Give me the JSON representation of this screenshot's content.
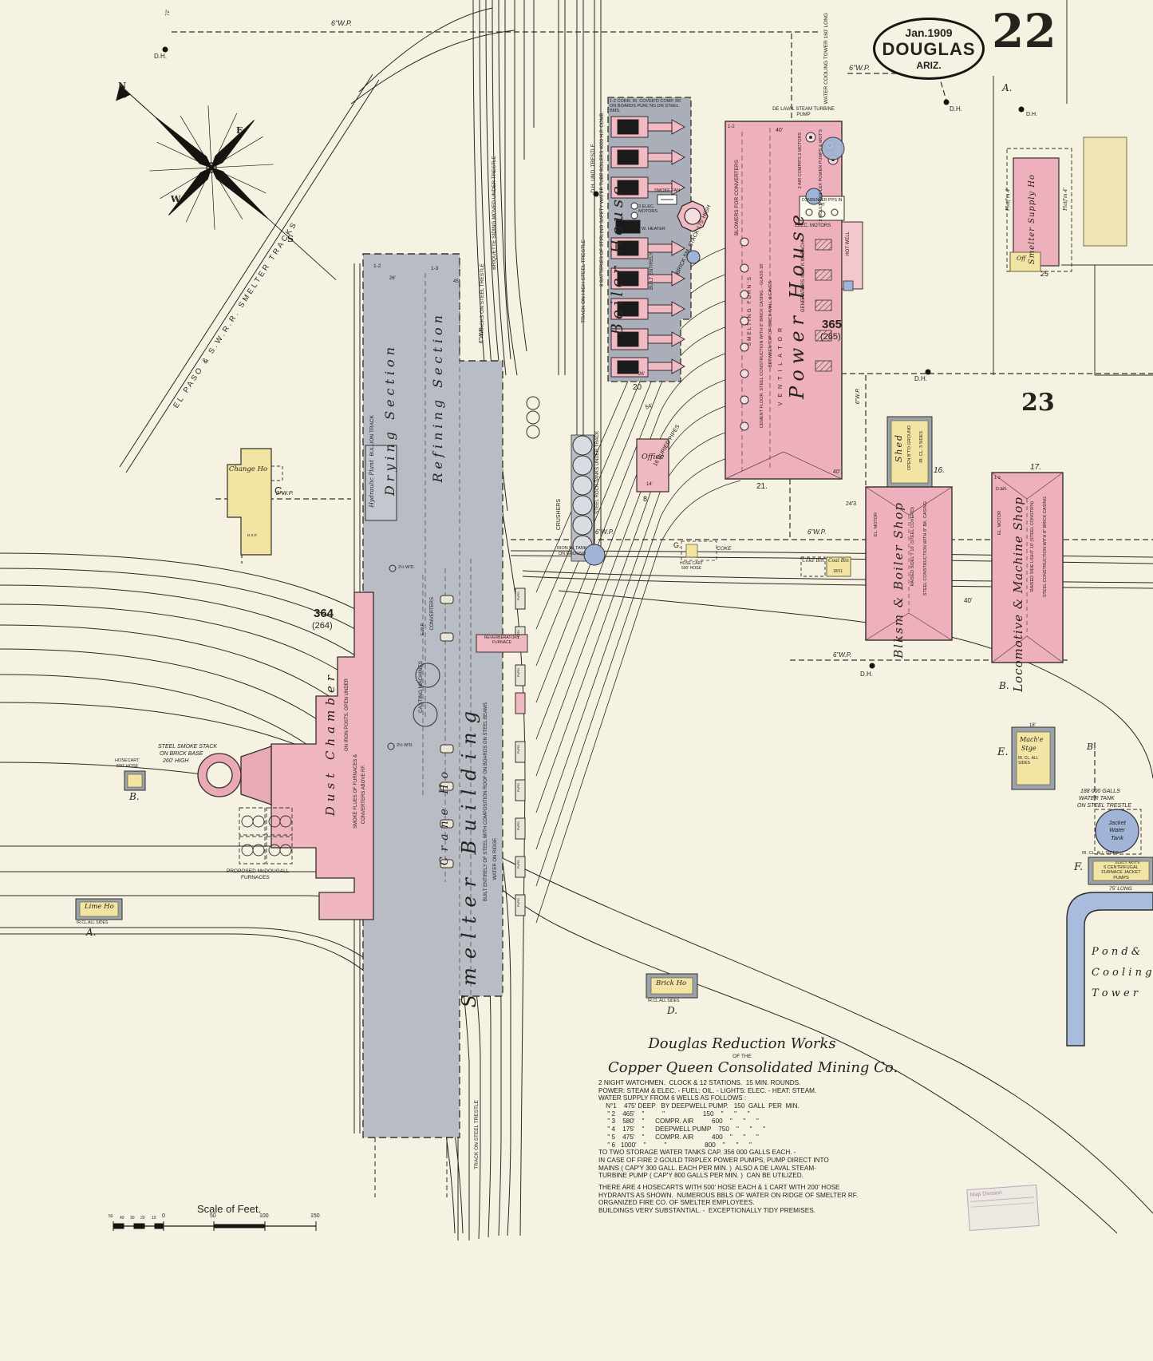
{
  "sheet": {
    "number": "22",
    "adjacent": "23",
    "oval_line1": "Jan.1909",
    "oval_line2": "DOUGLAS",
    "oval_line3": "ARIZ.",
    "edge_a": "A.",
    "edge_b": "B.",
    "stamp": "Map Division"
  },
  "compass": {
    "n": "N",
    "e": "E",
    "w": "W",
    "s": "S"
  },
  "blocks": {
    "b364": "364",
    "b364_old": "(264)",
    "b365": "365",
    "b365_old": "(265)"
  },
  "pipes": {
    "wp6": "6\"W.P.",
    "wp2": "2\"W.P.",
    "dh": "D.H.",
    "dim72": "72'"
  },
  "rail": {
    "elpaso": "EL PASO & S.W.R.R.   SMELTER TRACKS",
    "bullion": "BULLION TRACK",
    "briquette": "BRIQUETTE SIDING MOVED UNDER TRESTLE",
    "trestle_tracks": "TRACKS ON STEEL TRESTLE",
    "dh_und": "D.H. UND. TRESTLE",
    "track_high": "TRACK ON HIGH STEEL TRESTLE",
    "track_bottom": "TRACK ON STEEL TRESTLE",
    "buried": "16 BURIED PIPES"
  },
  "boiler_house": {
    "name": "Boiler House",
    "batteries": "8 BATTERIES OF STIRLING SAFETY WATER TUBE BOILERS 4000 H.P. COMB.",
    "roof": "1-2 CORR. IR. COVER'D  COMP. RF. ON BOARDS PURL'NS ON STEEL BMS.",
    "smoke_fan": "SMOKE FAN",
    "motors": "3 ELEC. MOTORS",
    "heater": "W. HEATER",
    "built": "BUILT ENTIRELY",
    "stack": "BRICK SM. STACK 175' HIGH",
    "num": "20",
    "dim26": "26'",
    "dim54": "54'"
  },
  "power_house": {
    "name": "Power House",
    "num": "21.",
    "blowers": "BLOWERS FOR CONVERTERS",
    "smelting": "SMELTING FURN'S",
    "cement1": "CEMENT FLOOR. STEEL CONSTRUCTION WITH 8\" BRICK CASING. - GLASS 18'",
    "cement2": "BETWEEN TOP OF BRICK WALL & EAVES",
    "ventilator": "VENTILATOR",
    "delaval": "DE LAVAL STEAM TURBINE PUMP",
    "compr": "2 AIR COMPR'S 2 MOTORS",
    "gould": "2 GOULD TRIPLEX POWER PUMPS & MOT'S",
    "condenser": "CONDENSER P'PS IN PIT",
    "motors": "ELEC. MOTORS",
    "generators": "GENERATORS 4000 K.W. EACH",
    "hotwell": "HOT WELL",
    "dim40": "40'",
    "dim40b": "40'",
    "dim12": "1-2"
  },
  "smelter": {
    "name": "Smelter Building",
    "drying": "Drying Section",
    "refining": "Refining Section",
    "crane": "Crane Ho",
    "casting": "CASTING MACHINES",
    "converters": "CONVERTERS",
    "built": "BUILT ENTIRELY OF STEEL WITH COMPOSITION ROOF ON BOARDS ON STEEL BEAMS",
    "ridge": "WATER ON RIDGE",
    "flues1": "SMOKE FLUES OF FURNACES &",
    "flues2": "CONVERTERS ABOVE RF.",
    "furn": "FURN",
    "reverb": "REVERBERATORY FURNACE",
    "hydraulic": "Hydraulic Plant",
    "ewp": "E.W.P.",
    "d12": "1-2",
    "d13": "1-3",
    "d26": "26'",
    "d45": "45'",
    "wd": "2½ W'D."
  },
  "dust": {
    "name": "Dust Chamber",
    "posts": "ON IRON POSTS. OPEN UNDER",
    "stack1": "STEEL SMOKE STACK",
    "stack2": "ON BRICK BASE",
    "stack3": "260' HIGH",
    "mcdougall1": "PROPOSED McDOUGALL",
    "mcdougall2": "FURNACES"
  },
  "small": {
    "hosecart_b1": "HOSECART",
    "hosecart_b2": "500' HOSE",
    "b": "B.",
    "change": "Change Ho",
    "c": "C.",
    "dsp": "D.S.P.",
    "office": "Office",
    "office_num": "8",
    "office_dim": "14'",
    "crushers": "CRUSHERS",
    "rock_tanks": "STEEL ROCK TANKS UNDER TRACK",
    "iron_tank1": "IRON W. TANK",
    "iron_tank2": "ON GROUND",
    "g": "G.",
    "hose_g1": "HOSE CART",
    "hose_g2": "500' HOSE",
    "coke": "COKE",
    "coke_bin": "Coke Bin",
    "coal_bin": "Coal Bin",
    "coal_dim": "18/11",
    "lime": "Lime Ho",
    "lime_cl": "IR.CL.ALL SIDES",
    "a": "A.",
    "brick": "Brick Ho",
    "brick_cl": "IR.CL.ALL SIDES",
    "d": "D."
  },
  "shops": {
    "shed": "Shed",
    "shed_open": "OPEN B'T'D GROUND",
    "shed_cl": "IR. CL. 3 SIDES",
    "shed_num": "16.",
    "blksm": "Blksm & Boiler Shop",
    "blksm_raised": "RAISED SIDEL'T 10' (STEEL COVER'D)",
    "blksm_steel": "STEEL CONSTRUCTION WITH 8\" BK. CASING",
    "el_motor": "EL. MOTOR",
    "dim243": "24'3",
    "dim40": "40'",
    "loco": "Locomotive & Machine Shop",
    "loco_raised": "RAISED SIDE LIGHT 10' (STEEL CONSTR'N)",
    "loco_steel": "STEEL CONSTRUCTION WITH 8\" BRICK CASING",
    "der": "D.&R.",
    "loco_num": "17.",
    "d12": "1-2"
  },
  "supply": {
    "name": "Smelter Supply Ho",
    "platf": "Platf'm 4'",
    "off": "Off",
    "num": "25"
  },
  "right": {
    "mach1": "Mach'e",
    "mach2": "Stge",
    "mach_cl": "IR. CL. ALL SIDES",
    "e": "E.",
    "dim18": "18'",
    "tank_label1": "188 000 GALLS",
    "tank_label2": "WATER TANK",
    "tank_label3": "ON STEEL TRESTLE",
    "tank1": "Jacket",
    "tank2": "Water",
    "tank3": "Tank",
    "tank_cl": "IR. CL. ALL SIDES",
    "tank_b": "B.",
    "f": "F.",
    "pumps_mot": "ELECT. MOT'S",
    "pumps1": "5 CENTRIFUGAL",
    "pumps2": "FURNACE JACKET",
    "pumps3": "PUMPS",
    "pumps_long": "75' LONG",
    "pond1": "P o n d  &",
    "pond2": "C o o l i n g",
    "pond3": "T o w e r",
    "water_tower": "WATER COOLING TOWER 160' LONG"
  },
  "notes": {
    "t1": "Douglas Reduction Works",
    "t2": "OF THE",
    "t3": "Copper Queen Consolidated Mining Co.",
    "lines": [
      "2 NIGHT WATCHMEN.  CLOCK & 12 STATIONS.  15 MIN. ROUNDS.",
      "POWER: STEAM & ELEC. - FUEL: OIL. - LIGHTS: ELEC. - HEAT: STEAM.",
      "WATER SUPPLY FROM 6 WELLS AS FOLLOWS :",
      "    N°1    475' DEEP   BY DEEPWELL PUMP.   150  GALL  PER  MIN.",
      "     \" 2    465'    \"          \"                     150    \"      \"      \"",
      "     \" 3    580'    \"      COMPR. AIR          600    \"      \"      \"",
      "     \" 4    175'    \"      DEEPWELL PUMP    750    \"      \"      \"",
      "     \" 5    475'    \"      COMPR. AIR          400    \"      \"      \"",
      "     \" 6   1000'    \"          \"                     800    \"      \"      \"",
      "TO TWO STORAGE WATER TANKS CAP. 356 000 GALLS EACH. -",
      "IN CASE OF FIRE 2 GOULD TRIPLEX POWER PUMPS, PUMP DIRECT INTO",
      "MAINS ( CAP'Y 300 GALL. EACH PER MIN. )  ALSO A DE LAVAL STEAM-",
      "TURBINE PUMP ( CAP'Y 800 GALLS PER MIN. )  CAN BE UTILIZED.",
      "THERE ARE 4 HOSECARTS WITH 500' HOSE EACH & 1 CART WITH 200' HOSE",
      "HYDRANTS AS SHOWN.  NUMEROUS BBLS OF WATER ON RIDGE OF SMELTER RF.",
      "ORGANIZED FIRE CO. OF SMELTER EMPLOYEES.",
      "BUILDINGS VERY SUBSTANTIAL. -  EXCEPTIONALLY TIDY PREMISES."
    ]
  },
  "scale": {
    "title": "Scale of Feet.",
    "t50": "50",
    "t40": "40",
    "t30": "30",
    "t20": "20",
    "t10": "10",
    "t0": "0",
    "m50": "50",
    "m100": "100",
    "m150": "150"
  }
}
